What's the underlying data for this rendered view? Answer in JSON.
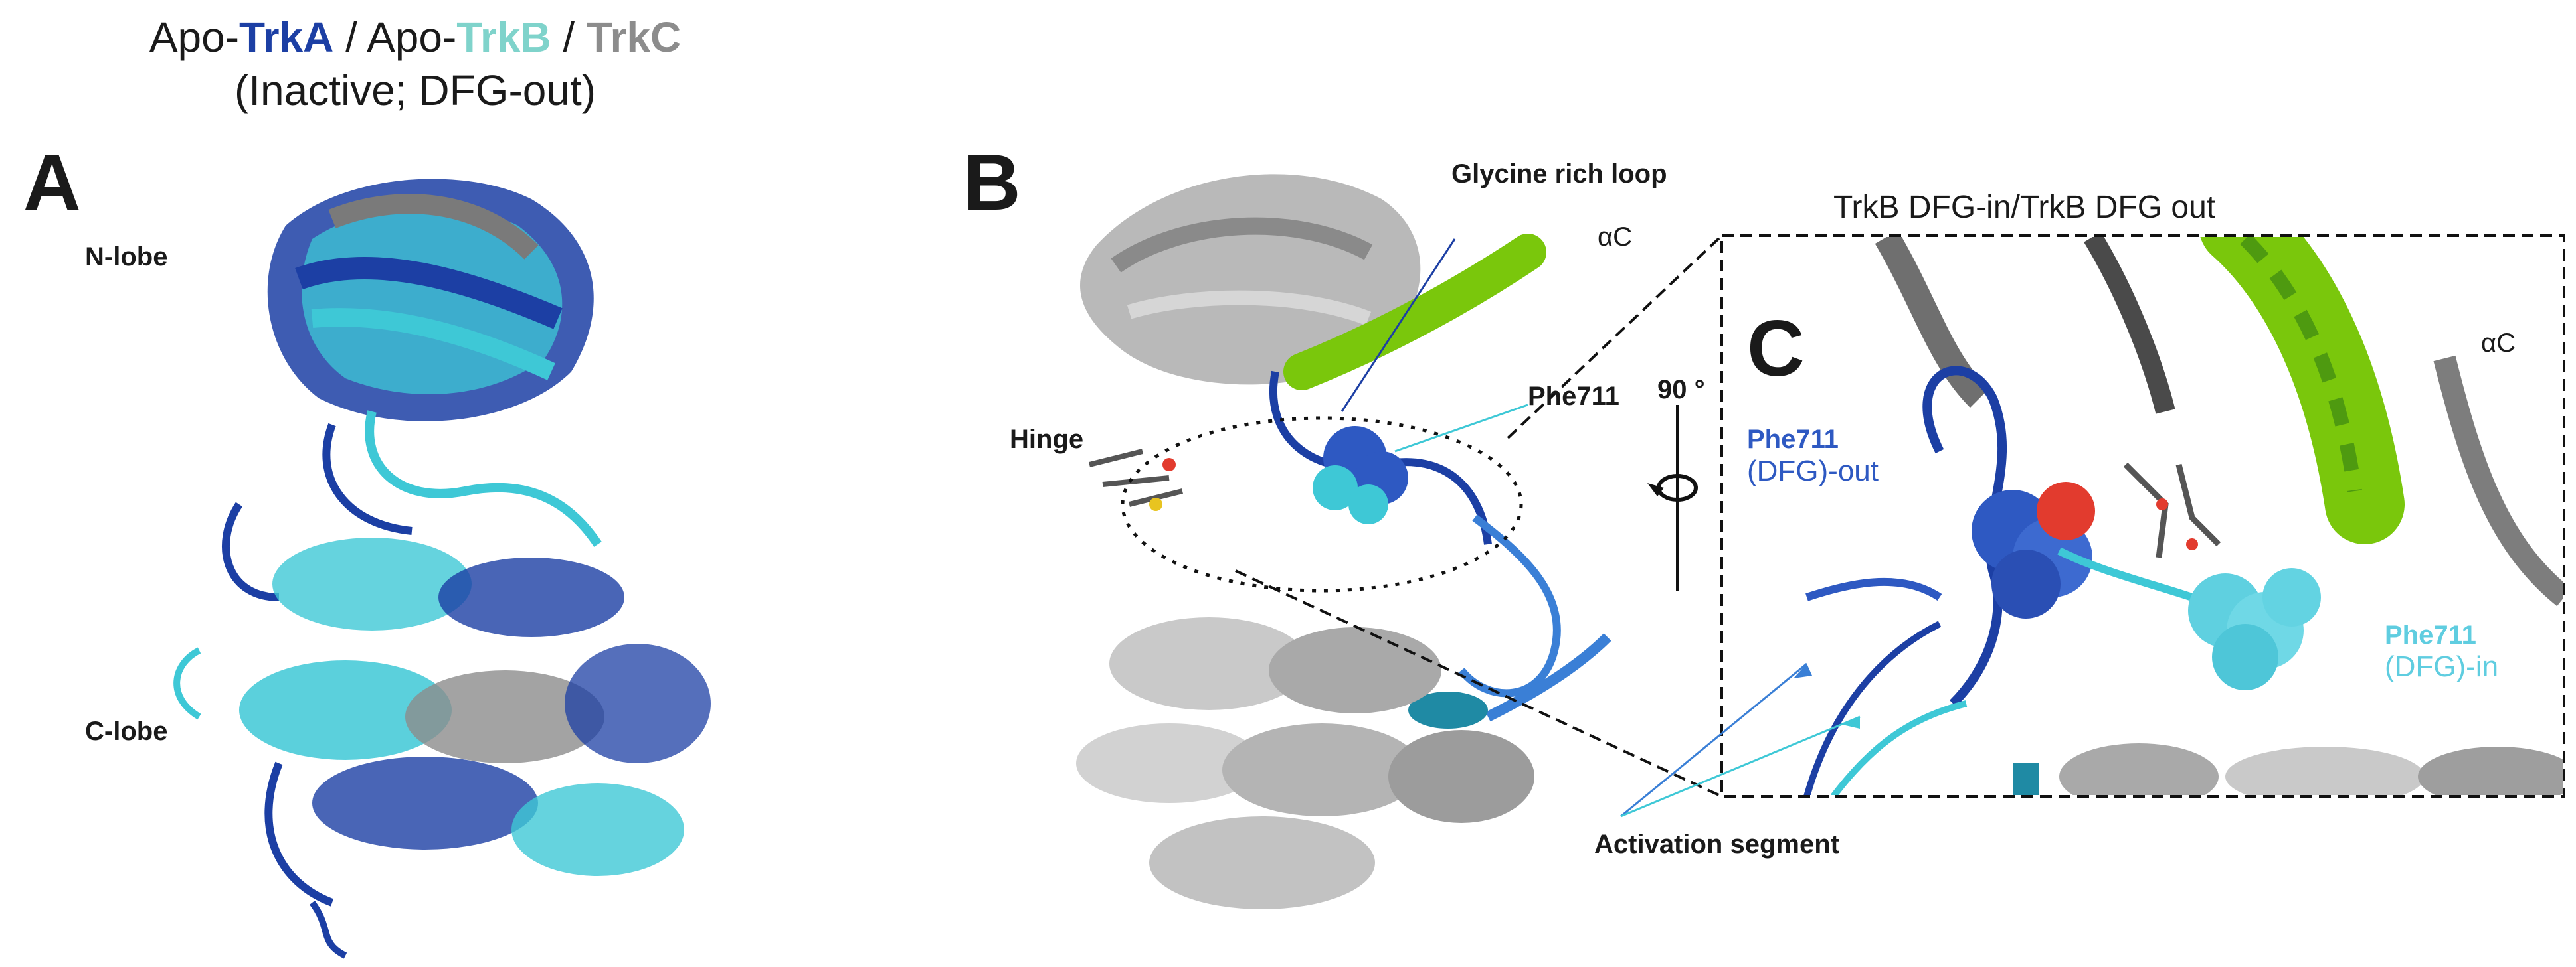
{
  "panelA": {
    "letter": "A",
    "title": {
      "prefix1": "Apo-",
      "trka": "TrkA",
      "sep1": " / Apo-",
      "trkb": "TrkB",
      "sep2": " / ",
      "trkc": "TrkC"
    },
    "subtitle": "(Inactive; DFG-out)",
    "nlobe": "N-lobe",
    "clobe": "C-lobe"
  },
  "panelB": {
    "letter": "B",
    "glycine_loop": "Glycine rich loop",
    "alpha_c": "αC",
    "phe711": "Phe711",
    "hinge": "Hinge",
    "rotation": "90 °",
    "activation": "Activation segment"
  },
  "panelC": {
    "letter": "C",
    "header": "TrkB DFG-in/TrkB DFG out",
    "alpha_c": "αC",
    "phe_out_name": "Phe711",
    "phe_out_state": "(DFG)-out",
    "phe_in_name": "Phe711",
    "phe_in_state": "(DFG)-in"
  },
  "colors": {
    "trka": "#1c3fa4",
    "trkb": "#3ec8d6",
    "trkc": "#8c8c8c",
    "helix_green": "#7ac70c",
    "oxygen_red": "#e23b2e"
  }
}
